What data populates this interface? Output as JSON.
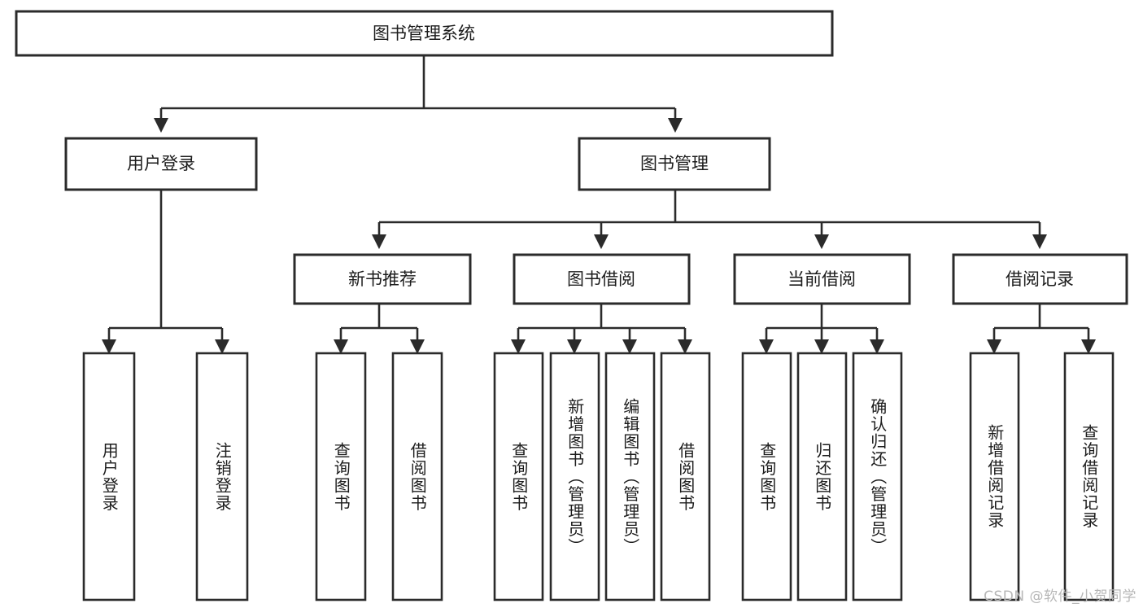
{
  "diagram": {
    "type": "hierarchy-tree",
    "title": "图书管理系统",
    "watermark": "CSDN @软件_小贺同学",
    "colors": {
      "box_fill": "#ffffff",
      "box_stroke": "#2b2b2b",
      "text": "#1c1c1c",
      "watermark": "#b7b7b7",
      "background": "#ffffff"
    },
    "root": {
      "label": "图书管理系统"
    },
    "level1": [
      {
        "label": "用户登录"
      },
      {
        "label": "图书管理"
      }
    ],
    "level2": [
      {
        "label": "新书推荐"
      },
      {
        "label": "图书借阅"
      },
      {
        "label": "当前借阅"
      },
      {
        "label": "借阅记录"
      }
    ],
    "leaves": {
      "user_login": [
        {
          "label": "用户登录"
        },
        {
          "label": "注销登录"
        }
      ],
      "new_book_recommend": [
        {
          "label": "查询图书"
        },
        {
          "label": "借阅图书"
        }
      ],
      "book_borrow": [
        {
          "label": "查询图书"
        },
        {
          "label": "新增图书（管理员）"
        },
        {
          "label": "编辑图书（管理员）"
        },
        {
          "label": "借阅图书"
        }
      ],
      "current_borrow": [
        {
          "label": "查询图书"
        },
        {
          "label": "归还图书"
        },
        {
          "label": "确认归还（管理员）"
        }
      ],
      "borrow_record": [
        {
          "label": "新增借阅记录"
        },
        {
          "label": "查询借阅记录"
        }
      ]
    }
  }
}
